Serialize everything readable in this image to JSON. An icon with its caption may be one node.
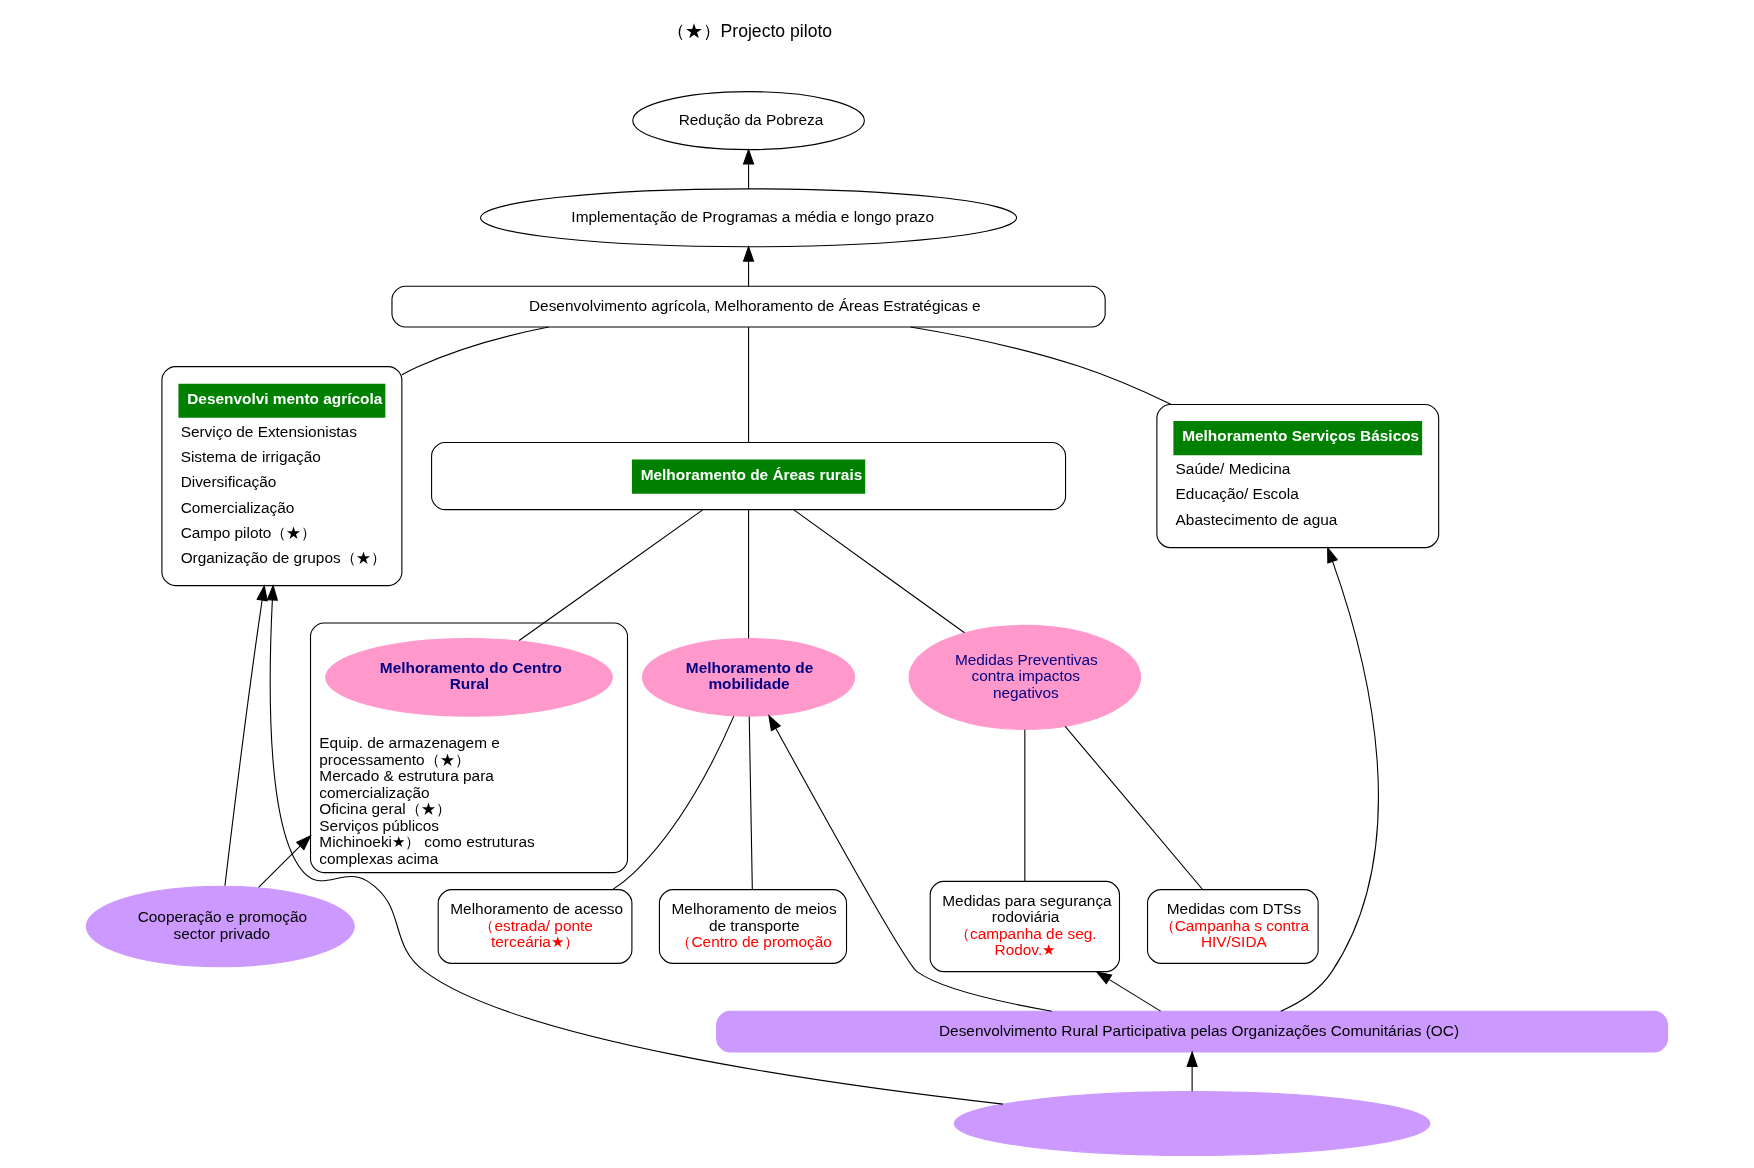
{
  "diagram": {
    "nodes": [
      {
        "text": [
          "Redução da Pobreza"
        ]
      },
      {
        "text": [
          "Implementação de Programas a média e longo prazo"
        ]
      },
      {
        "text": [
          "Desenvolvimento agrícola, Melhoramento de Áreas Estratégicas e"
        ]
      },
      {
        "text": [
          "Desenvolvi mento agrícola",
          "Serviço de Extensionistas",
          "Sistema de irrigação",
          "Diversificação",
          "Comercialização",
          "Campo piloto（★）",
          "Organização de grupos（★）"
        ]
      },
      {
        "text": [
          "Melhoramento de Áreas rurais"
        ]
      },
      {
        "text": [
          "Melhoramento Serviços Básicos",
          "Saúde/ Medicina",
          "Educação/ Escola",
          "Abastecimento de agua"
        ]
      },
      {
        "text": [
          "Equip. de armazenagem e processamento（★）",
          "Mercado & estrutura para comercialização",
          "Oficina geral（★）",
          "Serviços públicos",
          "Michinoeki★） como estruturas complexas acima"
        ]
      },
      {
        "text": [
          "Melhoramento do Centro Rural"
        ],
        "in": 6
      },
      {
        "text": [
          "Melhoramento de mobilidade"
        ]
      },
      {
        "text": [
          "Medidas Preventivas contra impactos negativos"
        ]
      },
      {
        "text": [
          "Melhoramento de acesso",
          "（estrada/ ponte terceária★）"
        ]
      },
      {
        "text": [
          "Melhoramento de meios de transporte",
          "（Centro de promoção"
        ]
      },
      {
        "text": [
          "Medidas para segurança rodoviária",
          "（campanha de seg. Rodov.★"
        ]
      },
      {
        "text": [
          "Medidas com DTSs",
          "（Campanha s contra HIV/SIDA"
        ]
      },
      {
        "text": [
          "Cooperação e promoção sector privado"
        ]
      },
      {
        "text": [
          "Desenvolvimento Rural Participativa pelas Organizações Comunitárias (OC)"
        ]
      },
      {
        "text": [],
        "shape": "ellipse"
      }
    ],
    "edges": [
      {
        "from": 1,
        "to": 0,
        "arrow": "to"
      },
      {
        "from": 2,
        "to": 1,
        "arrow": "to"
      },
      {
        "from": 2,
        "to": 3,
        "arrow": "none"
      },
      {
        "from": 2,
        "to": 4,
        "arrow": "none"
      },
      {
        "from": 2,
        "to": 5,
        "arrow": "none"
      },
      {
        "from": 4,
        "to": 7,
        "arrow": "none"
      },
      {
        "from": 4,
        "to": 8,
        "arrow": "none"
      },
      {
        "from": 4,
        "to": 9,
        "arrow": "none"
      },
      {
        "from": 8,
        "to": 10,
        "arrow": "none"
      },
      {
        "from": 8,
        "to": 11,
        "arrow": "none"
      },
      {
        "from": 9,
        "to": 12,
        "arrow": "none"
      },
      {
        "from": 9,
        "to": 13,
        "arrow": "none"
      },
      {
        "from": 14,
        "to": 3,
        "arrow": "to"
      },
      {
        "from": 16,
        "to": 3,
        "arrow": "to"
      },
      {
        "from": 14,
        "to": 6,
        "arrow": "to"
      },
      {
        "from": 15,
        "to": 8,
        "arrow": "to"
      },
      {
        "from": 15,
        "to": 12,
        "arrow": "to"
      },
      {
        "from": 15,
        "to": 5,
        "arrow": "to"
      },
      {
        "from": 16,
        "to": 15,
        "arrow": "to"
      }
    ],
    "labels": [
      "（★）Projecto piloto"
    ]
  }
}
